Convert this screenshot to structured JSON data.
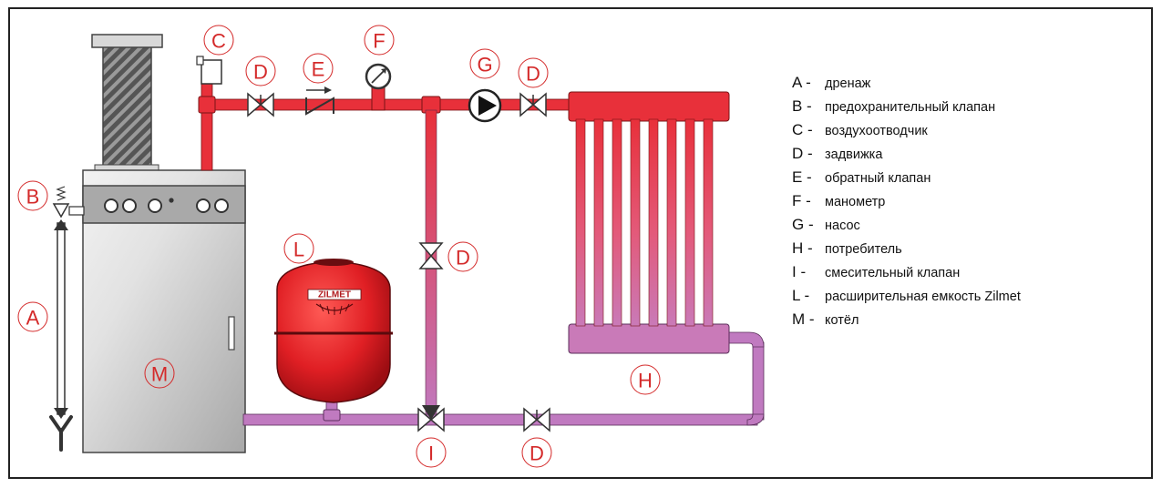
{
  "labels": {
    "A": "A",
    "B": "B",
    "C": "C",
    "D": "D",
    "E": "E",
    "F": "F",
    "G": "G",
    "H": "H",
    "I": "I",
    "L": "L",
    "M": "M"
  },
  "tank_brand": "ZILMET",
  "legend": [
    {
      "key": "A -",
      "text": "дренаж"
    },
    {
      "key": "B -",
      "text": "предохранительный клапан"
    },
    {
      "key": "C -",
      "text": "воздухоотводчик"
    },
    {
      "key": "D -",
      "text": "задвижка"
    },
    {
      "key": "E -",
      "text": "обратный клапан"
    },
    {
      "key": "F -",
      "text": "манометр"
    },
    {
      "key": "G -",
      "text": "насос"
    },
    {
      "key": "H -",
      "text": "потребитель"
    },
    {
      "key": "I -",
      "text": "смесительный клапан"
    },
    {
      "key": "L -",
      "text": "расширительная емкость Zilmet"
    },
    {
      "key": "M -",
      "text": "котёл"
    }
  ],
  "colors": {
    "supply": "#e8303a",
    "return": "#c07ac0",
    "label": "#d42a2a",
    "boiler_body": "#cfcfcf",
    "boiler_panel": "#a9a9a9"
  }
}
